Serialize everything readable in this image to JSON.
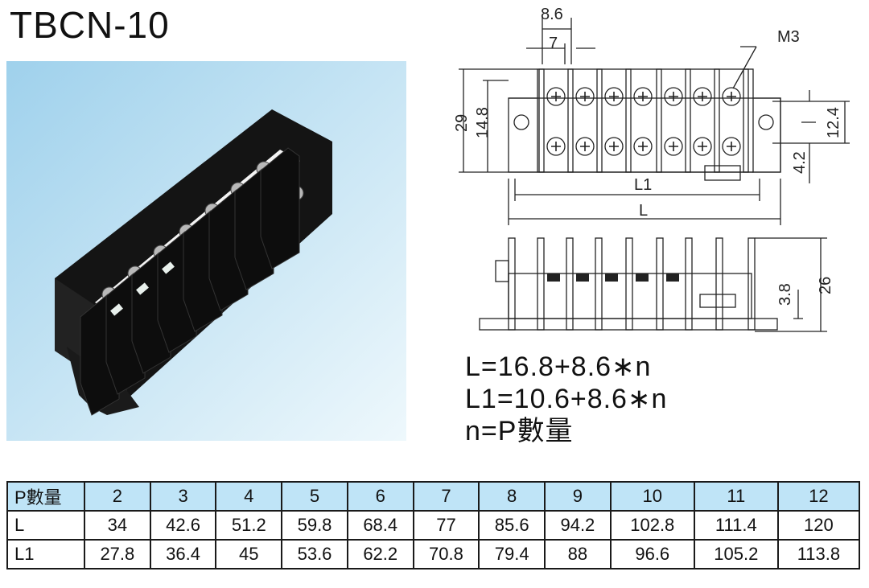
{
  "title": "TBCN-10",
  "drawing": {
    "dim_pitch": "8.6",
    "dim_gap": "7",
    "dim_screw": "M3",
    "dim_height": "29",
    "dim_inner": "14.8",
    "dim_right1": "12.4",
    "dim_right2": "4.2",
    "dim_L1": "L1",
    "dim_L": "L",
    "dim_side1": "3.8",
    "dim_side2": "26"
  },
  "formulas": {
    "line1": "L=16.8+8.6∗n",
    "line2": "L1=10.6+8.6∗n",
    "line3": "n=P數量"
  },
  "table": {
    "header_label": "P數量",
    "columns": [
      "2",
      "3",
      "4",
      "5",
      "6",
      "7",
      "8",
      "9",
      "10",
      "11",
      "12"
    ],
    "rows": [
      {
        "label": "L",
        "values": [
          "34",
          "42.6",
          "51.2",
          "59.8",
          "68.4",
          "77",
          "85.6",
          "94.2",
          "102.8",
          "111.4",
          "120"
        ]
      },
      {
        "label": "L1",
        "values": [
          "27.8",
          "36.4",
          "45",
          "53.6",
          "62.2",
          "70.8",
          "79.4",
          "88",
          "96.6",
          "105.2",
          "113.8"
        ]
      }
    ]
  },
  "colors": {
    "photo_bg_top": "#a9d6ee",
    "photo_bg_bottom": "#e9f5fb",
    "table_header_bg": "#bfe4f7"
  }
}
